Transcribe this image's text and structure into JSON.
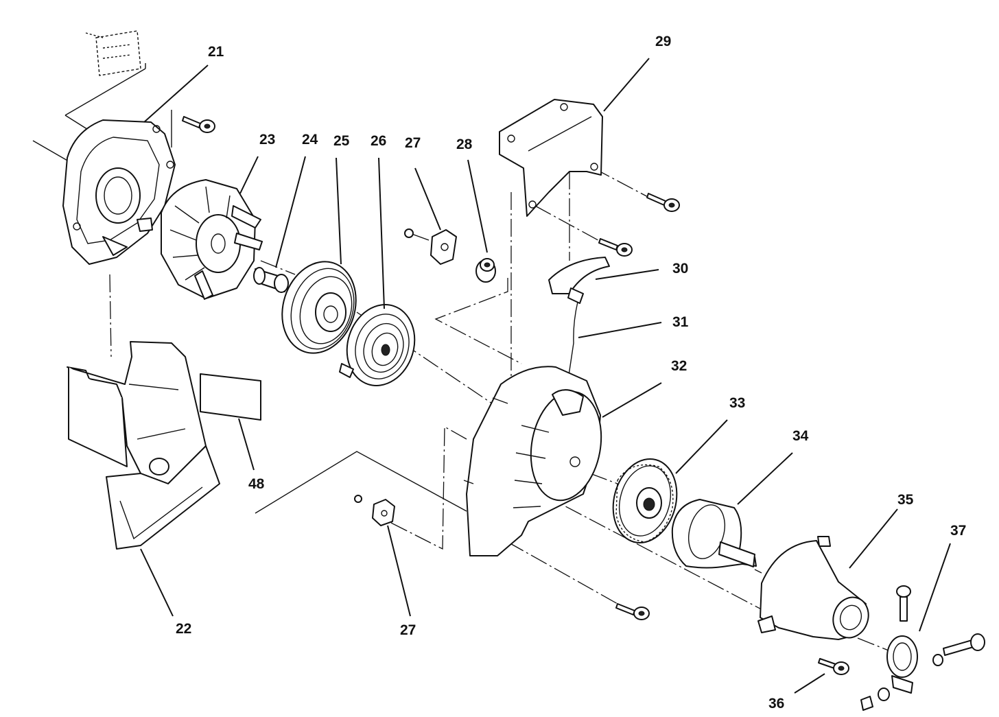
{
  "callouts": [
    {
      "id": "c21",
      "label": "21"
    },
    {
      "id": "c22",
      "label": "22"
    },
    {
      "id": "c23",
      "label": "23"
    },
    {
      "id": "c24",
      "label": "24"
    },
    {
      "id": "c25",
      "label": "25"
    },
    {
      "id": "c26",
      "label": "26"
    },
    {
      "id": "c27a",
      "label": "27"
    },
    {
      "id": "c27b",
      "label": "27"
    },
    {
      "id": "c28",
      "label": "28"
    },
    {
      "id": "c29",
      "label": "29"
    },
    {
      "id": "c30",
      "label": "30"
    },
    {
      "id": "c31",
      "label": "31"
    },
    {
      "id": "c32",
      "label": "32"
    },
    {
      "id": "c33",
      "label": "33"
    },
    {
      "id": "c34",
      "label": "34"
    },
    {
      "id": "c35",
      "label": "35"
    },
    {
      "id": "c36",
      "label": "36"
    },
    {
      "id": "c37",
      "label": "37"
    },
    {
      "id": "c48",
      "label": "48"
    }
  ]
}
